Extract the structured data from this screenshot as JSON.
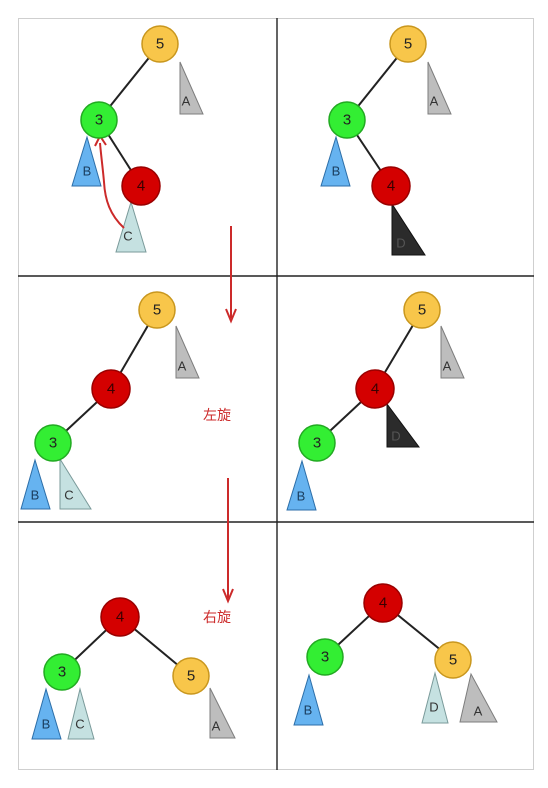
{
  "colors": {
    "yellow_fill": "#f8c64a",
    "yellow_stroke": "#c9971e",
    "green_fill": "#33ee33",
    "green_stroke": "#22aa22",
    "red_fill": "#d40000",
    "red_stroke": "#9a0000",
    "blue_fill": "#66b3f0",
    "blue_stroke": "#2c6ea8",
    "lightblue_fill": "#c5e1e1",
    "lightblue_stroke": "#7a9a9a",
    "gray_fill": "#bdbdbd",
    "gray_stroke": "#7d7d7d",
    "black_fill": "#2b2b2b",
    "black_stroke": "#111111",
    "accent_red": "#cc2a2a",
    "grid_line": "#222222",
    "border": "#cfcfcf"
  },
  "panels": [
    {
      "id": "tl",
      "nodes": [
        {
          "id": "n5",
          "label": "5",
          "color": "yellow"
        },
        {
          "id": "n3",
          "label": "3",
          "color": "green"
        },
        {
          "id": "n4",
          "label": "4",
          "color": "red"
        }
      ],
      "subtrees": [
        {
          "id": "tA",
          "label": "A",
          "color": "gray"
        },
        {
          "id": "tB",
          "label": "B",
          "color": "blue"
        },
        {
          "id": "tC",
          "label": "C",
          "color": "lightblue"
        }
      ]
    },
    {
      "id": "tr",
      "nodes": [
        {
          "id": "n5",
          "label": "5",
          "color": "yellow"
        },
        {
          "id": "n3",
          "label": "3",
          "color": "green"
        },
        {
          "id": "n4",
          "label": "4",
          "color": "red"
        }
      ],
      "subtrees": [
        {
          "id": "tA",
          "label": "A",
          "color": "gray"
        },
        {
          "id": "tB",
          "label": "B",
          "color": "blue"
        },
        {
          "id": "tD",
          "label": "D",
          "color": "black"
        }
      ]
    },
    {
      "id": "ml",
      "nodes": [
        {
          "id": "n5",
          "label": "5",
          "color": "yellow"
        },
        {
          "id": "n4",
          "label": "4",
          "color": "red"
        },
        {
          "id": "n3",
          "label": "3",
          "color": "green"
        }
      ],
      "subtrees": [
        {
          "id": "tA",
          "label": "A",
          "color": "gray"
        },
        {
          "id": "tB",
          "label": "B",
          "color": "blue"
        },
        {
          "id": "tC",
          "label": "C",
          "color": "lightblue"
        }
      ]
    },
    {
      "id": "mr",
      "nodes": [
        {
          "id": "n5",
          "label": "5",
          "color": "yellow"
        },
        {
          "id": "n4",
          "label": "4",
          "color": "red"
        },
        {
          "id": "n3",
          "label": "3",
          "color": "green"
        }
      ],
      "subtrees": [
        {
          "id": "tA",
          "label": "A",
          "color": "gray"
        },
        {
          "id": "tD",
          "label": "D",
          "color": "black"
        },
        {
          "id": "tB",
          "label": "B",
          "color": "blue"
        }
      ]
    },
    {
      "id": "bl",
      "nodes": [
        {
          "id": "n4",
          "label": "4",
          "color": "red"
        },
        {
          "id": "n3",
          "label": "3",
          "color": "green"
        },
        {
          "id": "n5",
          "label": "5",
          "color": "yellow"
        }
      ],
      "subtrees": [
        {
          "id": "tB",
          "label": "B",
          "color": "blue"
        },
        {
          "id": "tC",
          "label": "C",
          "color": "lightblue"
        },
        {
          "id": "tA",
          "label": "A",
          "color": "gray"
        }
      ]
    },
    {
      "id": "br",
      "nodes": [
        {
          "id": "n4",
          "label": "4",
          "color": "red"
        },
        {
          "id": "n3",
          "label": "3",
          "color": "green"
        },
        {
          "id": "n5",
          "label": "5",
          "color": "yellow"
        }
      ],
      "subtrees": [
        {
          "id": "tB",
          "label": "B",
          "color": "blue"
        },
        {
          "id": "tD",
          "label": "D",
          "color": "lightblue"
        },
        {
          "id": "tA",
          "label": "A",
          "color": "gray"
        }
      ]
    }
  ],
  "annotations": {
    "left_rotation": "左旋",
    "right_rotation": "右旋"
  }
}
